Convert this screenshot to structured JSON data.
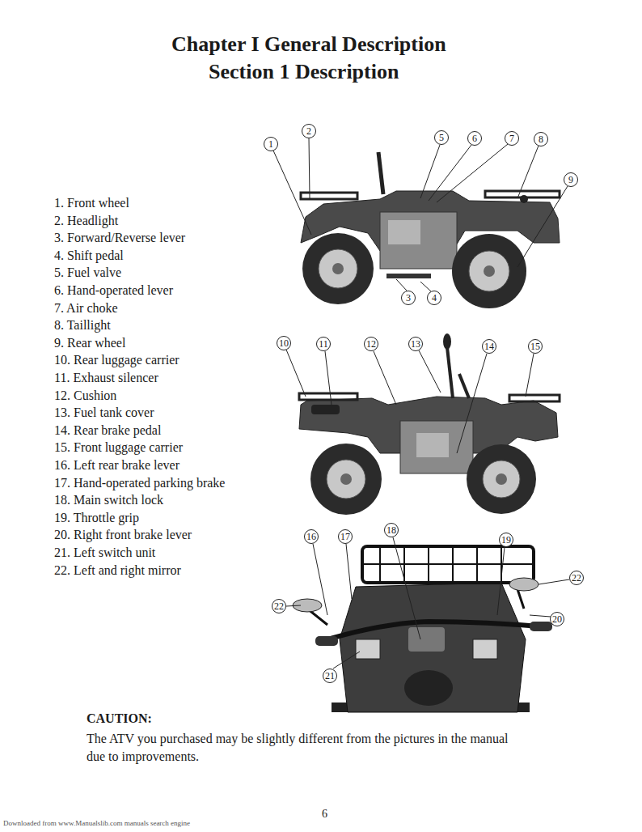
{
  "diagram": {
    "title": "Chapter I General Description",
    "nodes": [
      {
        "text": [
          "1"
        ]
      },
      {
        "text": [
          "2"
        ]
      },
      {
        "text": [
          "5"
        ]
      },
      {
        "text": [
          "6"
        ]
      },
      {
        "text": [
          "7"
        ]
      },
      {
        "text": [
          "8"
        ]
      },
      {
        "text": [
          "9"
        ]
      },
      {
        "text": [
          "3"
        ]
      },
      {
        "text": [
          "4"
        ]
      },
      {
        "text": [
          "10"
        ]
      },
      {
        "text": [
          "11"
        ]
      },
      {
        "text": [
          "12"
        ]
      },
      {
        "text": [
          "13"
        ]
      },
      {
        "text": [
          "14"
        ]
      },
      {
        "text": [
          "15"
        ]
      },
      {
        "text": [
          "16"
        ]
      },
      {
        "text": [
          "17"
        ]
      },
      {
        "text": [
          "18"
        ]
      },
      {
        "text": [
          "19"
        ]
      },
      {
        "text": [
          "22"
        ]
      },
      {
        "text": [
          "22"
        ]
      },
      {
        "text": [
          "20"
        ]
      },
      {
        "text": [
          "21"
        ]
      }
    ],
    "labels": [
      "Section 1 Description",
      "1. Front wheel",
      "2. Headlight",
      "3. Forward/Reverse lever",
      "4. Shift pedal",
      "5. Fuel valve",
      "6. Hand-operated lever",
      "7. Air choke",
      "8. Taillight",
      "9. Rear wheel",
      "10. Rear luggage carrier",
      "11. Exhaust silencer",
      "12. Cushion",
      "13. Fuel tank cover",
      "14. Rear brake pedal",
      "15. Front luggage carrier",
      "16. Left rear brake lever",
      "17. Hand-operated parking brake",
      "18. Main switch lock",
      "19. Throttle grip",
      "20. Right front brake lever",
      "21. Left switch unit",
      "22. Left and right mirror",
      "CAUTION:",
      "The ATV you purchased may be slightly different from the pictures in the manual due to improvements.",
      "6",
      "Downloaded from www.Manualslib.com manuals search engine"
    ]
  }
}
